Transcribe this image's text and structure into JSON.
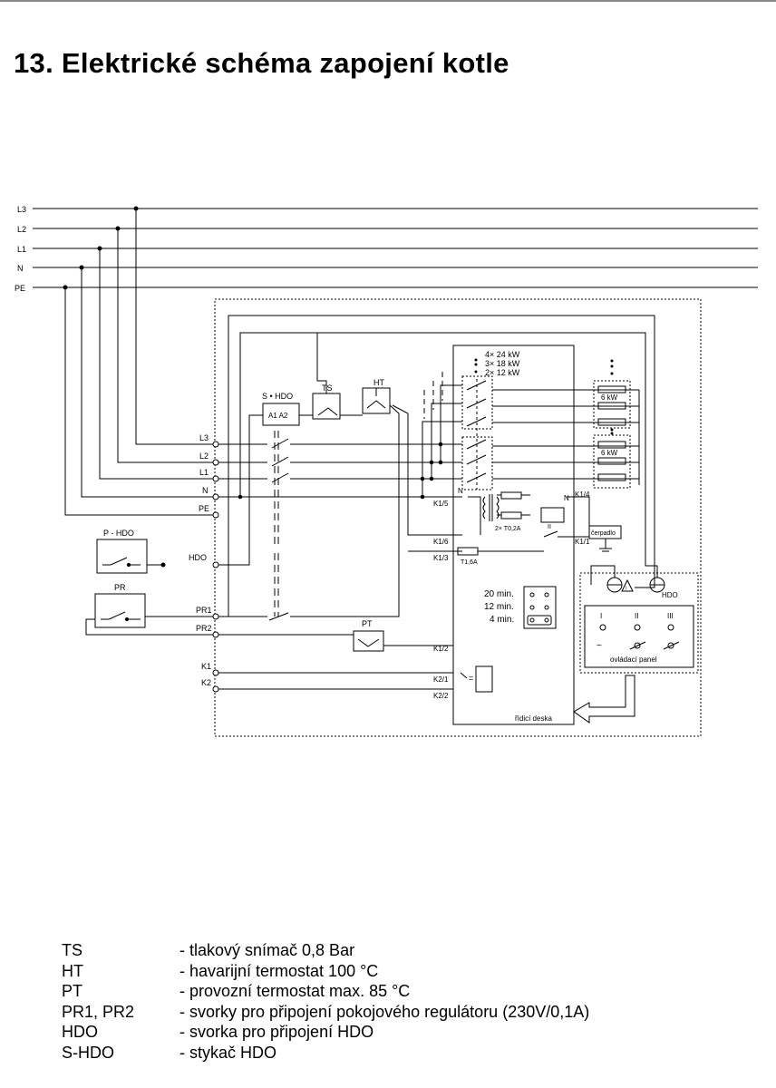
{
  "page": {
    "title": "13. Elektrické schéma zapojení kotle"
  },
  "diagram": {
    "bus_labels": [
      "L3",
      "L2",
      "L1",
      "N",
      "PE"
    ],
    "terminal_labels": [
      "L3",
      "L2",
      "L1",
      "N",
      "PE",
      "HDO",
      "PR1",
      "PR2",
      "K1",
      "K2"
    ],
    "s_hdo_label": "S • HDO",
    "s_hdo_coil": "A1 A2",
    "ts_label": "TS",
    "ht_label": "HT",
    "p_hdo_label": "P - HDO",
    "pr_label": "PR",
    "pt_label": "PT",
    "power_options": [
      "4× 24 kW",
      "3× 18 kW",
      "2× 12 kW"
    ],
    "heater_label_1": "6 kW",
    "heater_label_2": "6 kW",
    "board_pins": {
      "k15": "K1/5",
      "k16": "K1/6",
      "k13": "K1/3",
      "k12": "K1/2",
      "k21": "K2/1",
      "k22": "K2/2",
      "k14": "K1/4",
      "k11": "K1/1",
      "n_left": "N",
      "n_right": "N"
    },
    "fuse_2x": "2× T0,2A",
    "fuse_single": "T1,6A",
    "timer_options": [
      "20 min.",
      "12 min.",
      "4 min."
    ],
    "pump_label": "čerpadlo",
    "hdo_lamp": "HDO",
    "panel_stages": [
      "I",
      "II",
      "III"
    ],
    "panel_label": "ovládací panel",
    "control_board": "řídicí deska"
  },
  "legend": [
    {
      "abbr": "TS",
      "desc": "- tlakový snímač 0,8 Bar"
    },
    {
      "abbr": "HT",
      "desc": "- havarijní termostat 100 °C"
    },
    {
      "abbr": "PT",
      "desc": "- provozní termostat max. 85 °C"
    },
    {
      "abbr": "PR1, PR2",
      "desc": "- svorky pro připojení pokojového regulátoru (230V/0,1A)"
    },
    {
      "abbr": "HDO",
      "desc": "- svorka pro připojení HDO"
    },
    {
      "abbr": "S-HDO",
      "desc": "- stykač HDO"
    }
  ]
}
